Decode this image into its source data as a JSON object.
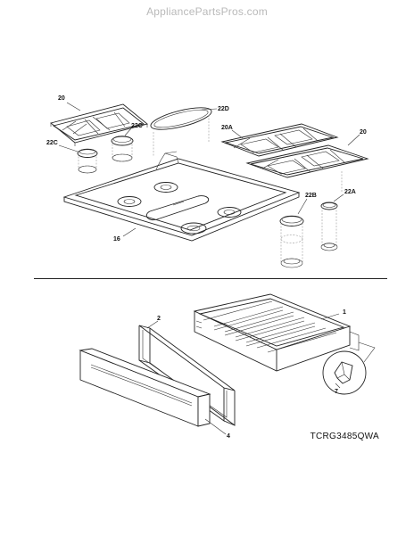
{
  "site_watermark": "AppliancePartsPros.com",
  "model_number": "TCRG3485QWA",
  "callouts": {
    "grate_left": "20",
    "grate_right_top": "20",
    "grate_right_bottom": "20A",
    "burner_cap_22c_upper": "22C",
    "burner_cap_22c_lower": "22C",
    "burner_cap_22d": "22D",
    "burner_cap_22b": "22B",
    "burner_cap_22a": "22A",
    "cooktop": "16",
    "drawer_body": "1",
    "drawer_liner": "2",
    "drawer_front": "4",
    "drawer_bracket": "7"
  }
}
